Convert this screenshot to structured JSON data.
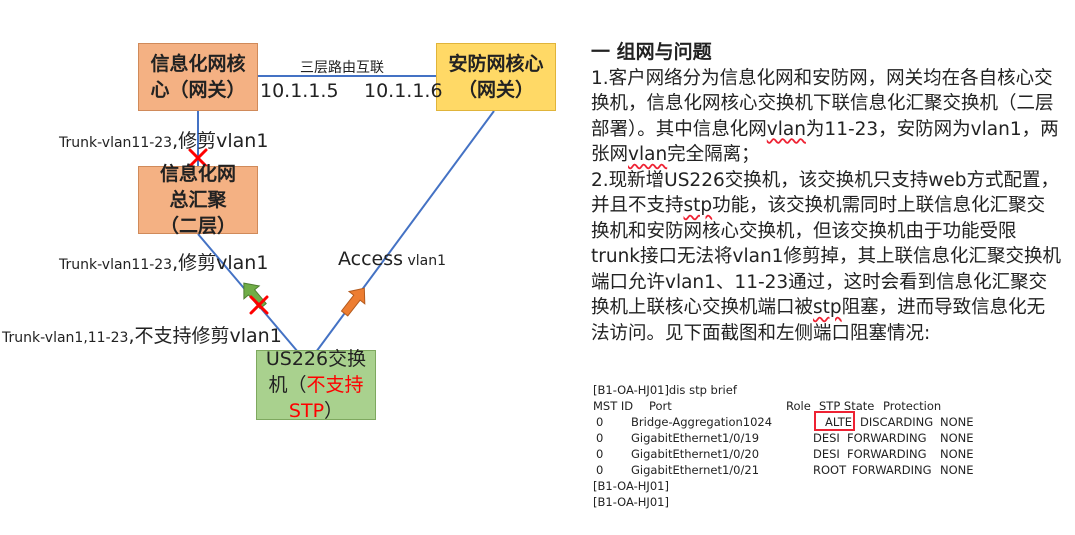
{
  "diagram": {
    "nodes": {
      "info_core": "信息化网核心（网关）",
      "security_core": "安防网核心（网关）",
      "info_agg": "信息化网总汇聚（二层）",
      "us226_a": "US226交换机（",
      "us226_red": "不支持STP",
      "us226_b": "）"
    },
    "labels": {
      "l3_link": "三层路由互联",
      "ip_left": "10.1.1.5",
      "ip_right": "10.1.1.6",
      "trunk_core_agg_a": "Trunk-vlan11-23",
      "trunk_core_agg_b": ",修剪vlan1",
      "trunk_agg_us_a": "Trunk-vlan11-23",
      "trunk_agg_us_b": ",修剪vlan1",
      "trunk_us_a": "Trunk-vlan1,11-23",
      "trunk_us_b": ",不支持修剪vlan1",
      "access_a": "Access",
      "access_b": " vlan1"
    },
    "colors": {
      "orange": "#f4b183",
      "yellow": "#ffd966",
      "green": "#a9d18e",
      "line": "#4472c4",
      "cross": "#ff0000",
      "red_text": "#ff0000"
    }
  },
  "description": {
    "title": "一 组网与问题",
    "p1_a": "1.客户网络分为信息化网和安防网，网关均在各自核心交换机，信息化网核心交换机下联信息化汇聚交换机（二层部署）。其中信息化网",
    "p1_vlan": "vlan",
    "p1_b": "为11-23，安防网为vlan1，两张网",
    "p1_vlan2": "vlan",
    "p1_c": "完全隔离；",
    "p2_a": "2.现新增US226交换机，该交换机只支持web方式配置，并且不支持",
    "p2_stp": "stp",
    "p2_b": "功能，该交换机需同时上联信息化汇聚交换机和安防网核心交换机，但该交换机由于功能受限trunk接口无法将vlan1修剪掉，其上联信息化汇聚交换机端口允许vlan1、11-23通过，这时会看到信息化汇聚交换机上联核心交换机端口被",
    "p2_stp2": "stp",
    "p2_c": "阻塞，进而导致信息化无法访问。见下面截图和左侧端口阻塞情况:"
  },
  "terminal": {
    "cmd": "[B1-OA-HJ01]dis stp brief",
    "headers": [
      "MST ID",
      "Port",
      "Role",
      "STP State",
      "Protection"
    ],
    "rows": [
      [
        "0",
        "Bridge-Aggregation1024",
        "ALTE",
        "DISCARDING",
        "NONE"
      ],
      [
        "0",
        "GigabitEthernet1/0/19",
        "DESI",
        "FORWARDING",
        "NONE"
      ],
      [
        "0",
        "GigabitEthernet1/0/20",
        "DESI",
        "FORWARDING",
        "NONE"
      ],
      [
        "0",
        "GigabitEthernet1/0/21",
        "ROOT",
        "FORWARDING",
        "NONE"
      ]
    ],
    "prompt1": "[B1-OA-HJ01]",
    "prompt2": "[B1-OA-HJ01]"
  }
}
